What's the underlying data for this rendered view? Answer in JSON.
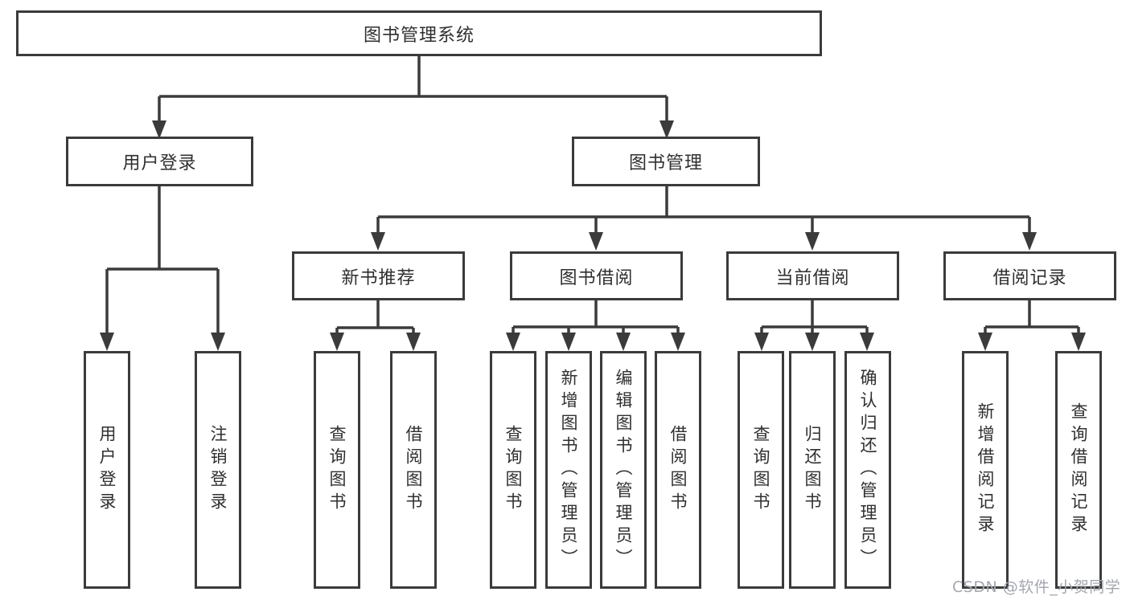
{
  "tree": {
    "root": {
      "label": "图书管理系统"
    },
    "branches": [
      {
        "label": "用户登录",
        "leaves": [
          {
            "label": "用户登录"
          },
          {
            "label": "注销登录"
          }
        ]
      },
      {
        "label": "图书管理",
        "groups": [
          {
            "label": "新书推荐",
            "leaves": [
              {
                "label": "查询图书"
              },
              {
                "label": "借阅图书"
              }
            ]
          },
          {
            "label": "图书借阅",
            "leaves": [
              {
                "label": "查询图书"
              },
              {
                "label": "新增图书（管理员）"
              },
              {
                "label": "编辑图书（管理员）"
              },
              {
                "label": "借阅图书"
              }
            ]
          },
          {
            "label": "当前借阅",
            "leaves": [
              {
                "label": "查询图书"
              },
              {
                "label": "归还图书"
              },
              {
                "label": "确认归还（管理员）"
              }
            ]
          },
          {
            "label": "借阅记录",
            "leaves": [
              {
                "label": "新增借阅记录"
              },
              {
                "label": "查询借阅记录"
              }
            ]
          }
        ]
      }
    ]
  },
  "watermark": {
    "text": "CSDN @软件_小贺同学"
  },
  "colors": {
    "line": "#3b3b3b",
    "box_border": "#3b3b3b",
    "text": "#2f2f2f",
    "watermark": "#a3a7ae",
    "background": "#ffffff"
  }
}
